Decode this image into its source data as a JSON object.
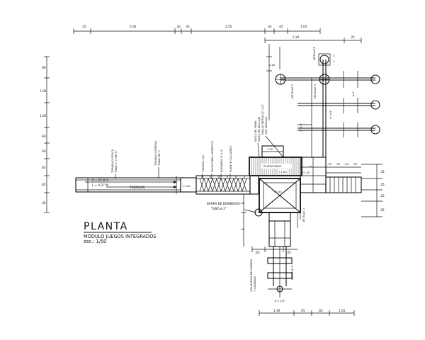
{
  "title": "PLANTA",
  "subtitle": "MODULO JUEGOS INTEGRADOS",
  "scale": "esc.: 1/50",
  "top_dims": [
    ".25",
    "5.00",
    ".30",
    ".45",
    "2.55",
    ".45",
    ".65",
    "1.05"
  ],
  "top_dim2": [
    "2.20",
    ".25"
  ],
  "left_dims": [
    ".90",
    "1.00",
    "1.00",
    ".60",
    ".60",
    ".65",
    ".65",
    ".45"
  ],
  "right_dims": [
    ".45",
    ".25",
    ".25",
    ".25"
  ],
  "bottom_dims": [
    "1.30",
    ".65",
    ".65",
    "1.05"
  ],
  "mid_dims": [
    ".65",
    ".45"
  ],
  "labels": {
    "tobogan": "TOBOGAN",
    "slope1": "P = 57.8 %",
    "slope2": "L = 4.27 M",
    "nivel": "+1.00",
    "plataforma": "PLATAFORMA",
    "nivel2": "+1.50",
    "nivel3": "+1.00",
    "nivel4": "+1.50",
    "tornillo1": "TORNILLO ROSCA",
    "tornillo2": "TUBO 2\" H DE 5\"",
    "tornillo_esp1": "TORNILLO ESPIRAL",
    "tornillo_esp2": "TUBO DE 1\"",
    "tronco": "TRONCO 3/4\"",
    "soga": "SOGA FIBRA SINTETICA",
    "baranda": "BARANDA 2\" x 3\"",
    "puente": "PUENTE COLGANTE",
    "anillo1": "ANILLO METALICO 1/2\"",
    "anillo2": "VER DETALLE",
    "soga2a": "SOGA DE FIBRA",
    "soga2b": "SOGA DE ANCLAJE",
    "barra1": "BARRA DE BOMBEROS",
    "barra2": "TUBO ø 2\"",
    "columpios1": "COLUMPIOS DE MADERA",
    "columpios2": "Y CADENAS",
    "detalle1": "DETALLE 1",
    "detalle2": "DETALLE 2",
    "detalle3": "DETALLE 3",
    "detalle4": "DETALLE 4",
    "detalle5": "DETALLE 5",
    "detalles": "DETALLES",
    "tres4": "3\" x 4\"",
    "cuatro6": "4\" x 6\"",
    "d2": "ø 2\"",
    "dim_60": ".60",
    "dim_90": ".90",
    "dim_150": "1.50",
    "dim_200": "2.00",
    "dim_30a": ".30",
    "dim_30b": ".30",
    "dim_30c": ".30",
    "dim_30d": ".30",
    "dim_3": "3",
    "dim_4": "4",
    "dim_1": "1",
    "vm": "ø 2 1/4\""
  }
}
